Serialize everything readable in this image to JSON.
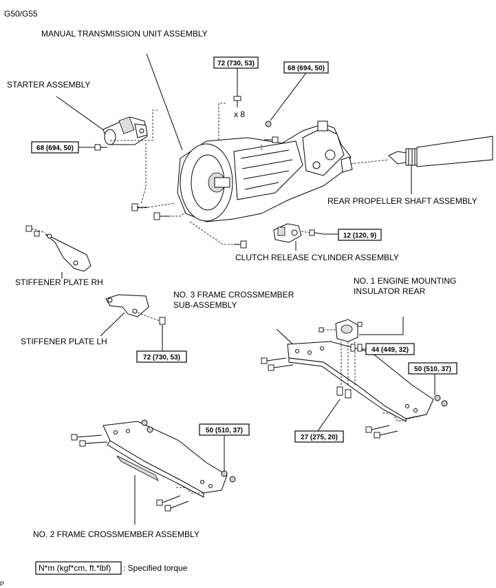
{
  "model": "G50/G55",
  "labels": {
    "transmission": "MANUAL TRANSMISSION UNIT ASSEMBLY",
    "starter": "STARTER ASSEMBLY",
    "propeller": "REAR PROPELLER SHAFT ASSEMBLY",
    "clutch_cyl": "CLUTCH RELEASE CYLINDER ASSEMBLY",
    "stiff_rh": "STIFFENER PLATE RH",
    "stiff_lh": "STIFFENER PLATE LH",
    "no3_line1": "NO. 3 FRAME CROSSMEMBER",
    "no3_line2": "SUB-ASSEMBLY",
    "mount_line1": "NO. 1 ENGINE MOUNTING",
    "mount_line2": "INSULATOR REAR",
    "no2": "NO. 2 FRAME CROSSMEMBER ASSEMBLY"
  },
  "quantity": "x 8",
  "torques": {
    "t_trans_top": "72 (730, 53)",
    "t_trans_rear": "68 (694, 50)",
    "t_starter": "68 (694, 50)",
    "t_clutch": "12 (120, 9)",
    "t_stiff_lh": "72 (730, 53)",
    "t_mount": "44 (449, 32)",
    "t_no3_right": "50 (510, 37)",
    "t_no3_bottom": "27 (275, 20)",
    "t_no2": "50 (510, 37)"
  },
  "legend": {
    "unit": "N*m (kgf*cm, ft.*lbf)",
    "text": ": Specified torque"
  },
  "corner_mark": "P"
}
